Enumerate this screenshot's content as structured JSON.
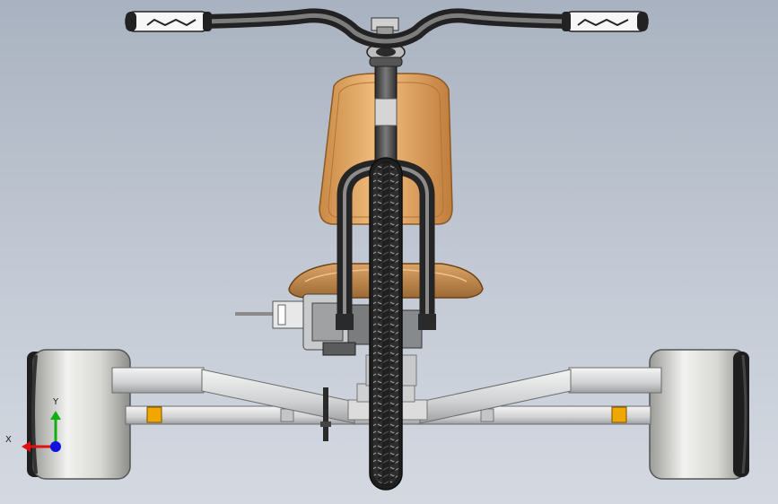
{
  "viewport": {
    "background_top": "#a9b2c0",
    "background_bottom": "#d4d9e1"
  },
  "model": {
    "description_icon": "tricycle-3d-model",
    "seat_color": "#e3a766",
    "tire_color": "#2a2a2a",
    "wheel_color": "#eeeeec",
    "frame_color": "#d9dadb",
    "reflector_color": "#f0a800"
  },
  "triad": {
    "x_label": "X",
    "y_label": "Y",
    "x_color": "#e01010",
    "y_color": "#10b010",
    "z_color": "#1010e0"
  }
}
